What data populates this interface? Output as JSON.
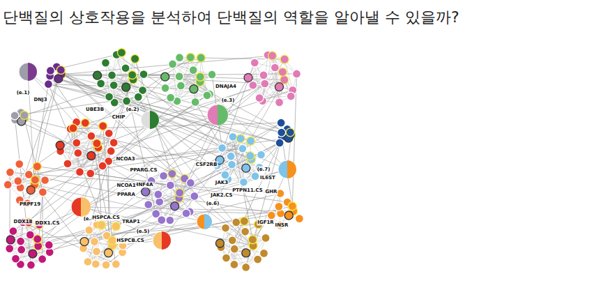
{
  "diagram": {
    "title": "단백질의 상호작용을 분석하여 단백질의 역할을 알아낼 수 있을까?",
    "labels": [
      "(e.1)",
      "DNJ3",
      "UBE3B",
      "CHIP",
      "(e.2)",
      "DNAJA4",
      "(e.3)",
      "NCOA3",
      "PPARG.CS",
      "HNF4A",
      "NCOA1",
      "PPARA",
      "CSF2RB",
      "JAK3",
      "JAK2.CS",
      "PTPN11.CS",
      "(e.7)",
      "IL6ST",
      "GHR",
      "(e.6)",
      "IGF1R",
      "INSR",
      "PRPF19",
      "DDX18",
      "DDX1.CS",
      "(e.4)",
      "HSPCA.CS",
      "TRAP1",
      "(e.5)",
      "HSPCB.CS"
    ]
  }
}
